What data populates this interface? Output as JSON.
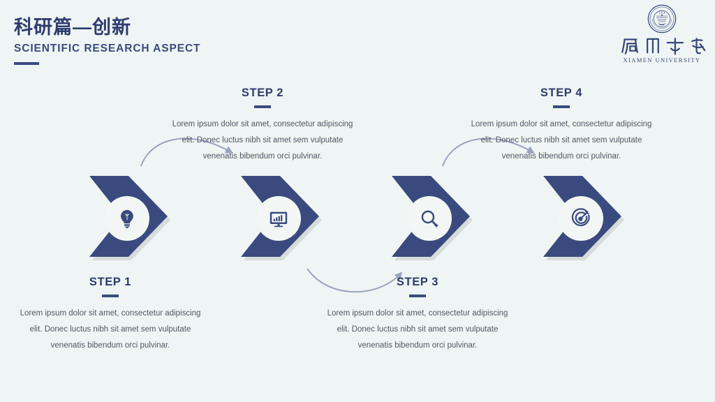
{
  "header": {
    "title_cn": "科研篇—创新",
    "title_en": "SCIENTIFIC RESEARCH ASPECT"
  },
  "logo": {
    "name_cn": "厦门大学",
    "name_en": "XIAMEN UNIVERSITY",
    "seal_icon": "university-seal-icon"
  },
  "colors": {
    "background": "#eff5f4",
    "navy": "#3b4a7e",
    "navy_dark": "#2e3c6e",
    "body_text": "#515661",
    "arrow": "#9aa3c0",
    "circle_fill": "#f2f7f6"
  },
  "body_text": "Lorem ipsum dolor sit amet, consectetur adipiscing elit. Donec luctus nibh sit amet sem vulputate venenatis bibendum orci pulvinar.",
  "steps": [
    {
      "title": "STEP 1",
      "body": "Lorem ipsum dolor sit amet, consectetur adipiscing elit. Donec luctus nibh sit amet sem vulputate venenatis bibendum orci pulvinar.",
      "icon": "lightbulb-icon",
      "position": "below"
    },
    {
      "title": "STEP 2",
      "body": "Lorem ipsum dolor sit amet, consectetur adipiscing elit. Donec luctus nibh sit amet sem vulputate venenatis bibendum orci pulvinar.",
      "icon": "monitor-bar-chart-icon",
      "position": "above"
    },
    {
      "title": "STEP 3",
      "body": "Lorem ipsum dolor sit amet, consectetur adipiscing elit. Donec luctus nibh sit amet sem vulputate venenatis bibendum orci pulvinar.",
      "icon": "magnifying-glass-icon",
      "position": "below"
    },
    {
      "title": "STEP 4",
      "body": "Lorem ipsum dolor sit amet, consectetur adipiscing elit. Donec luctus nibh sit amet sem vulputate venenatis bibendum orci pulvinar.",
      "icon": "target-dart-icon",
      "position": "above"
    }
  ],
  "connectors": [
    {
      "name": "connector-step1-to-step2",
      "direction": "up-right"
    },
    {
      "name": "connector-step2-to-step3",
      "direction": "down-right"
    },
    {
      "name": "connector-step3-to-step4",
      "direction": "up-right"
    }
  ]
}
